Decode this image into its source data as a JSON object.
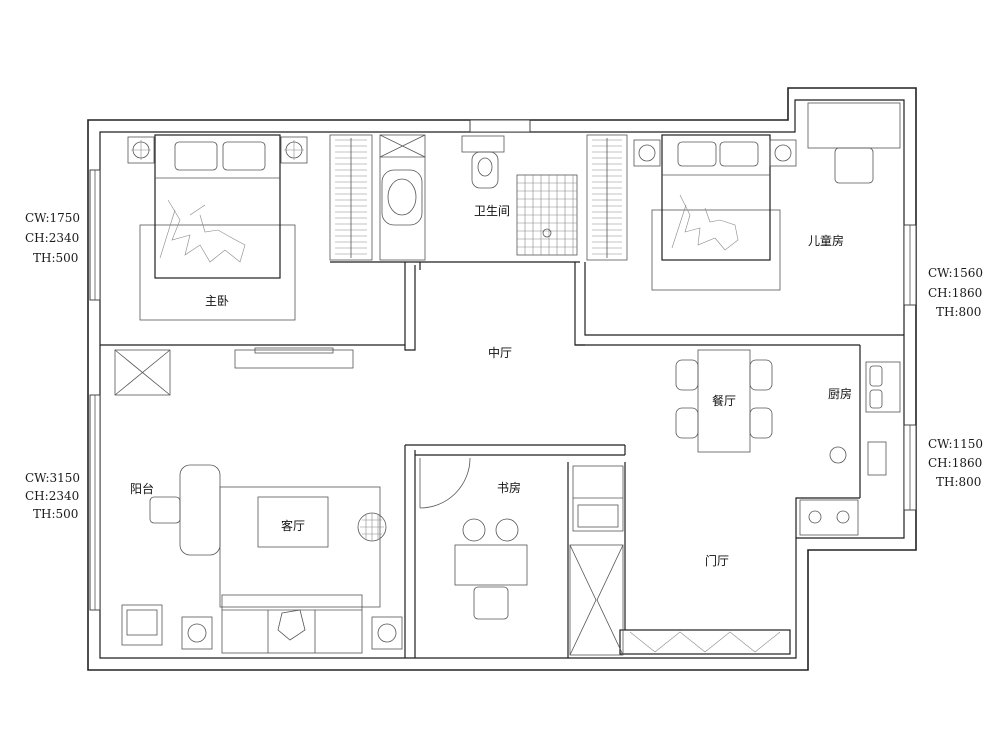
{
  "rooms": {
    "master_bedroom": "主卧",
    "bathroom": "卫生间",
    "kids_room": "儿童房",
    "middle_hall": "中厅",
    "dining": "餐厅",
    "kitchen": "厨房",
    "balcony": "阳台",
    "living_room": "客厅",
    "study": "书房",
    "entrance": "门厅"
  },
  "window_specs": {
    "left_top": [
      "CW:1750",
      "CH:2340",
      "TH:500"
    ],
    "left_bottom": [
      "CW:3150",
      "CH:2340",
      "TH:500"
    ],
    "right_top": [
      "CW:1560",
      "CH:1860",
      "TH:800"
    ],
    "right_bottom": [
      "CW:1150",
      "CH:1860",
      "TH:800"
    ]
  },
  "colors": {
    "line": "#1f1f1f",
    "background": "#ffffff"
  }
}
